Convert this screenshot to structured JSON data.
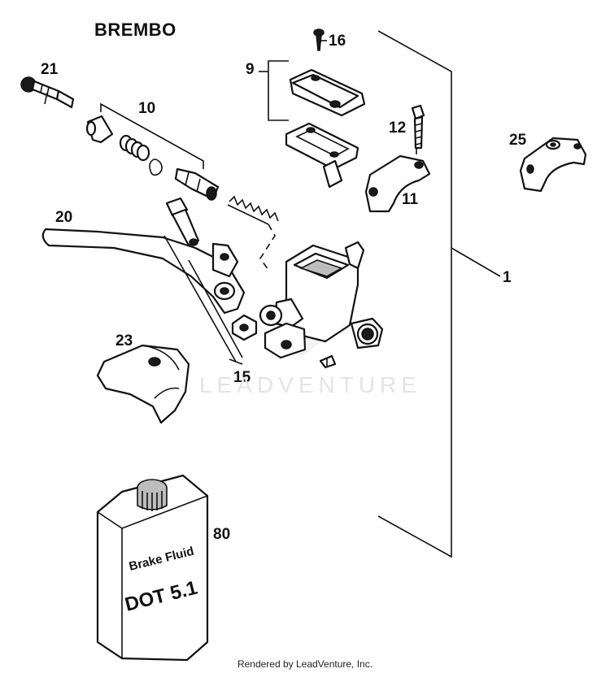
{
  "brand": "BREMBO",
  "callouts": [
    {
      "id": "c21",
      "label": "21"
    },
    {
      "id": "c10",
      "label": "10"
    },
    {
      "id": "c16",
      "label": "16"
    },
    {
      "id": "c9",
      "label": "9"
    },
    {
      "id": "c12",
      "label": "12"
    },
    {
      "id": "c25",
      "label": "25"
    },
    {
      "id": "c11",
      "label": "11"
    },
    {
      "id": "c20",
      "label": "20"
    },
    {
      "id": "c1",
      "label": "1"
    },
    {
      "id": "c23",
      "label": "23"
    },
    {
      "id": "c15",
      "label": "15"
    },
    {
      "id": "c80",
      "label": "80"
    }
  ],
  "bottle": {
    "line1": "Brake Fluid",
    "line2": "DOT 5.1"
  },
  "watermark": "LEADVENTURE",
  "footer": "Rendered by LeadVenture, Inc."
}
